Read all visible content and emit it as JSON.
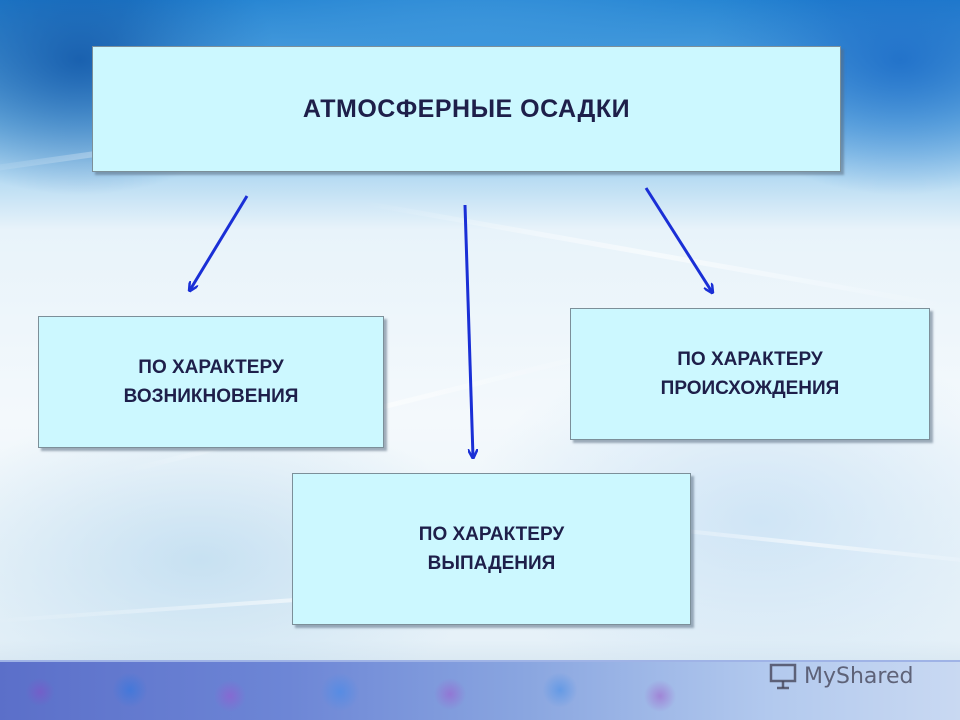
{
  "diagram": {
    "root": {
      "label": "АТМОСФЕРНЫЕ   ОСАДКИ"
    },
    "children": [
      {
        "id": "left",
        "label": "ПО ХАРАКТЕРУ\nВОЗНИКНОВЕНИЯ"
      },
      {
        "id": "bottom",
        "label": "ПО   ХАРАКТЕРУ\nВЫПАДЕНИЯ"
      },
      {
        "id": "right",
        "label": "ПО ХАРАКТЕРУ\nПРОИСХОЖДЕНИЯ"
      }
    ]
  },
  "colors": {
    "box_fill": "#ccf8ff",
    "arrow": "#1a2fd6",
    "text": "#1e1f4a"
  },
  "watermark": {
    "icon": "presentation-icon"
  }
}
